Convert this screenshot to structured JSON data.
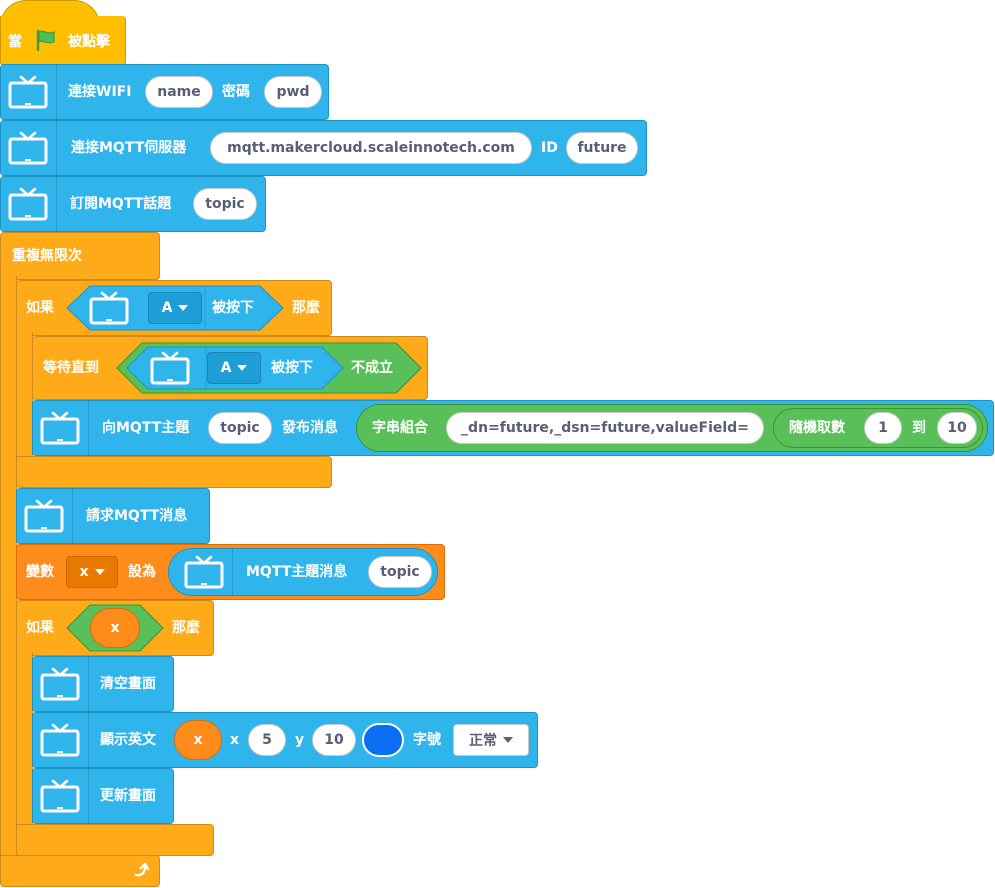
{
  "colors": {
    "event": "#ffbf00",
    "device": "#2fb4ec",
    "control": "#ffab19",
    "variable": "#ff8c1a",
    "operator": "#59c059",
    "color_swatch": "#0b6ef3"
  },
  "hat": {
    "when": "當",
    "clicked": "被點擊",
    "flag_icon": "green-flag-icon"
  },
  "wifi": {
    "label": "連接WIFI",
    "ssid": "name",
    "pwd_label": "密碼",
    "pwd": "pwd"
  },
  "mqtt_connect": {
    "label": "連接MQTT伺服器",
    "server": "mqtt.makercloud.scaleinnotech.com",
    "id_label": "ID",
    "id": "future"
  },
  "subscribe": {
    "label": "訂閱MQTT話題",
    "topic": "topic"
  },
  "forever": {
    "label": "重複無限次",
    "loop_icon": "loop-arrow-icon"
  },
  "if1": {
    "if_label": "如果",
    "button": "A",
    "pressed": "被按下",
    "then": "那麼"
  },
  "wait": {
    "label": "等待直到",
    "button": "A",
    "pressed": "被按下",
    "not": "不成立"
  },
  "publish": {
    "label": "向MQTT主題",
    "topic": "topic",
    "publish_label": "發布消息",
    "join_label": "字串組合",
    "text": "_dn=future,_dsn=future,valueField=",
    "random_label": "隨機取數",
    "from": "1",
    "to_label": "到",
    "to": "10"
  },
  "request": {
    "label": "請求MQTT消息"
  },
  "set_var": {
    "label": "變數",
    "var": "x",
    "set_to": "設為",
    "msg_label": "MQTT主題消息",
    "topic": "topic"
  },
  "if2": {
    "if_label": "如果",
    "var": "x",
    "then": "那麼"
  },
  "clear": {
    "label": "清空畫面"
  },
  "show_text": {
    "label": "顯示英文",
    "var": "x",
    "x_label": "x",
    "x": "5",
    "y_label": "y",
    "y": "10",
    "size_label": "字號",
    "size": "正常"
  },
  "refresh": {
    "label": "更新畫面"
  }
}
